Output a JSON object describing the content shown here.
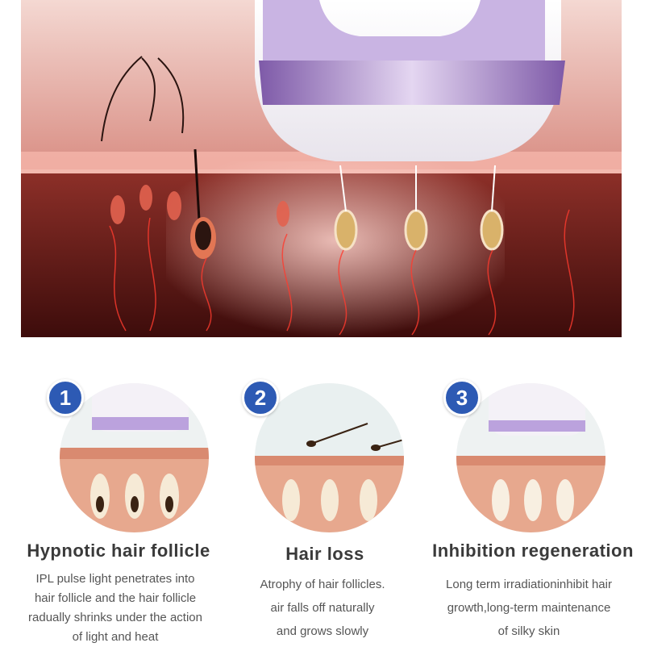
{
  "colors": {
    "badge": "#2d5ab4",
    "skin": "#e8a08a",
    "device_accent": "#b59ad6"
  },
  "steps": [
    {
      "number": "1",
      "title": "Hypnotic hair follicle",
      "lines": [
        "IPL pulse light penetrates into",
        "hair follicle and the hair follicle",
        "radually shrinks under the action",
        "of light and heat"
      ]
    },
    {
      "number": "2",
      "title": "Hair loss",
      "lines": [
        "Atrophy of hair follicles.",
        "air falls off naturally",
        "and grows slowly"
      ]
    },
    {
      "number": "3",
      "title": "Inhibition regeneration",
      "lines": [
        "Long term irradiationinhibit hair",
        "growth,long-term maintenance",
        "of silky skin"
      ]
    }
  ]
}
